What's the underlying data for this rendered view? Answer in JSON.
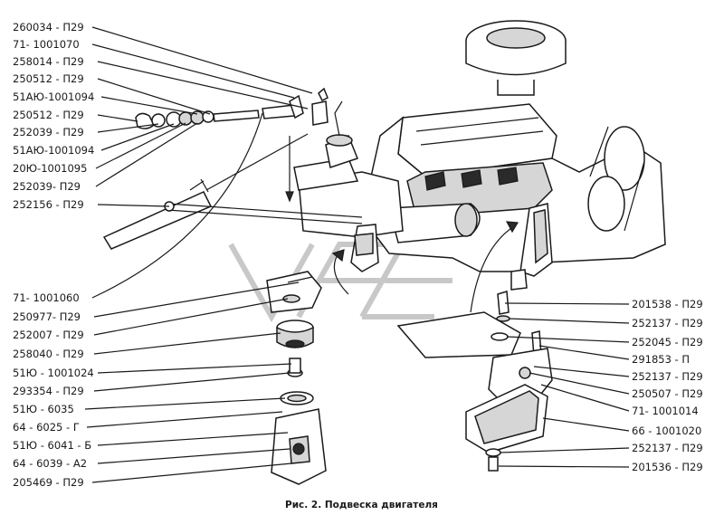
{
  "labels_left": [
    "260034 - П29",
    "71- 1001070",
    "258014 - П29",
    "250512 - П29",
    "51АЮ-1001094",
    "250512 - П29",
    "252039 - П29",
    "51АЮ-1001094",
    "20Ю-1001095",
    "252039- П29",
    "252156 - П29",
    "71- 1001060",
    "250977- П29",
    "252007 - П29",
    "258040 - П29",
    "51Ю - 1001024",
    "293354 - П29",
    "51Ю - 6035",
    "64 - 6025 - Г",
    "51Ю - 6041 - Б",
    "64 - 6039 - А2",
    "205469 - П29"
  ],
  "labels_right": [
    "201538 - П29",
    "252137 - П29",
    "252045 - П29",
    "291853 - П",
    "252137 - П29",
    "250507 - П29",
    "71- 1001014",
    "66 - 1001020",
    "252137 - П29",
    "201536 - П29"
  ],
  "caption": "Рис. 2. Подвеска двигателя"
}
